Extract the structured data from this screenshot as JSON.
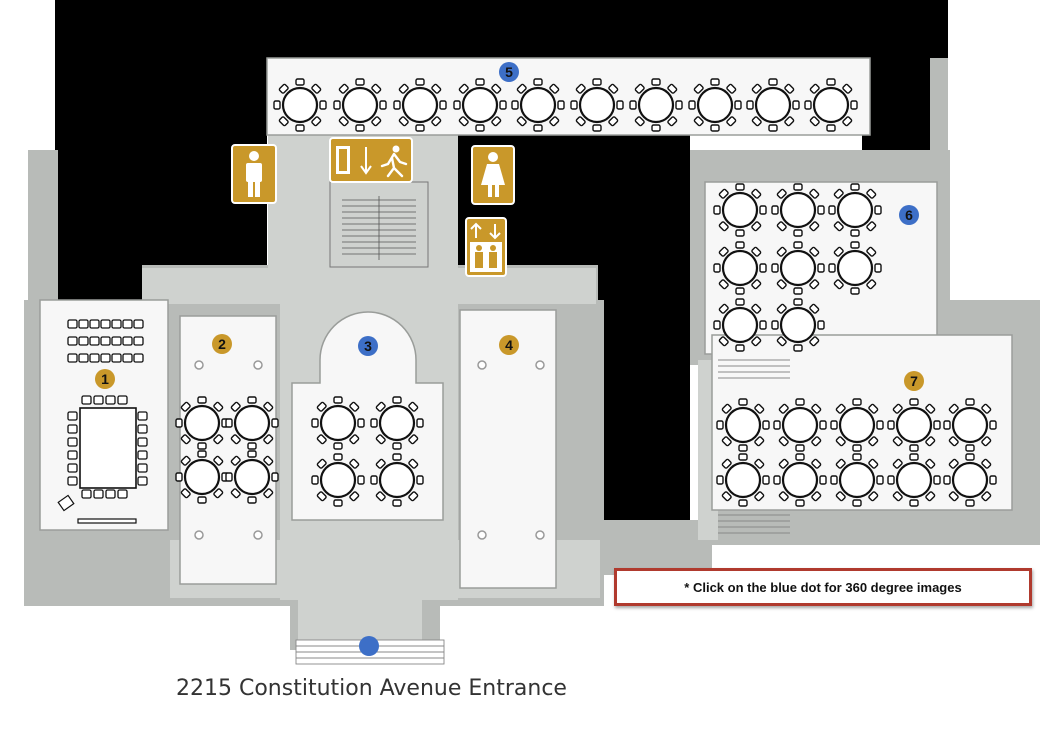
{
  "notice": "* Click on the blue dot for 360 degree images",
  "address": "2215 Constitution Avenue Entrance",
  "colors": {
    "wall": "#b8bbb8",
    "corridor": "#cfd2cf",
    "black": "#000000",
    "gold": "#c9982a",
    "blue": "#3d6fc7",
    "room": "#f7f7f7",
    "notice_border": "#b03a2e"
  },
  "icons": {
    "mens_restroom": "mens-restroom-icon",
    "womens_restroom": "womens-restroom-icon",
    "stairs_exit": "stairs-exit-icon",
    "elevator": "elevator-icon"
  },
  "rooms": [
    {
      "id": "1",
      "dot": "gold"
    },
    {
      "id": "2",
      "dot": "gold"
    },
    {
      "id": "3",
      "dot": "blue"
    },
    {
      "id": "4",
      "dot": "gold"
    },
    {
      "id": "5",
      "dot": "blue"
    },
    {
      "id": "6",
      "dot": "blue"
    },
    {
      "id": "7",
      "dot": "gold"
    }
  ]
}
